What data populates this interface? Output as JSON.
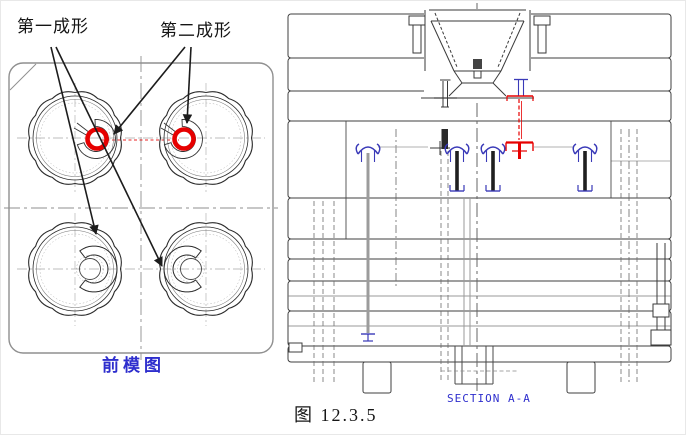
{
  "figure_caption": "图 12.3.5",
  "front_mold_view": {
    "callout_first": "第一成形",
    "callout_second": "第二成形",
    "view_title": "前模图"
  },
  "section_view": {
    "section_label": "SECTION A-A"
  },
  "colors": {
    "highlight_red": "#e60000",
    "part_blue": "#3a3ab8",
    "label_blue": "#2e2ecd",
    "plate_gray": "#8f8f8f",
    "line_dark": "#2b2b2b"
  }
}
